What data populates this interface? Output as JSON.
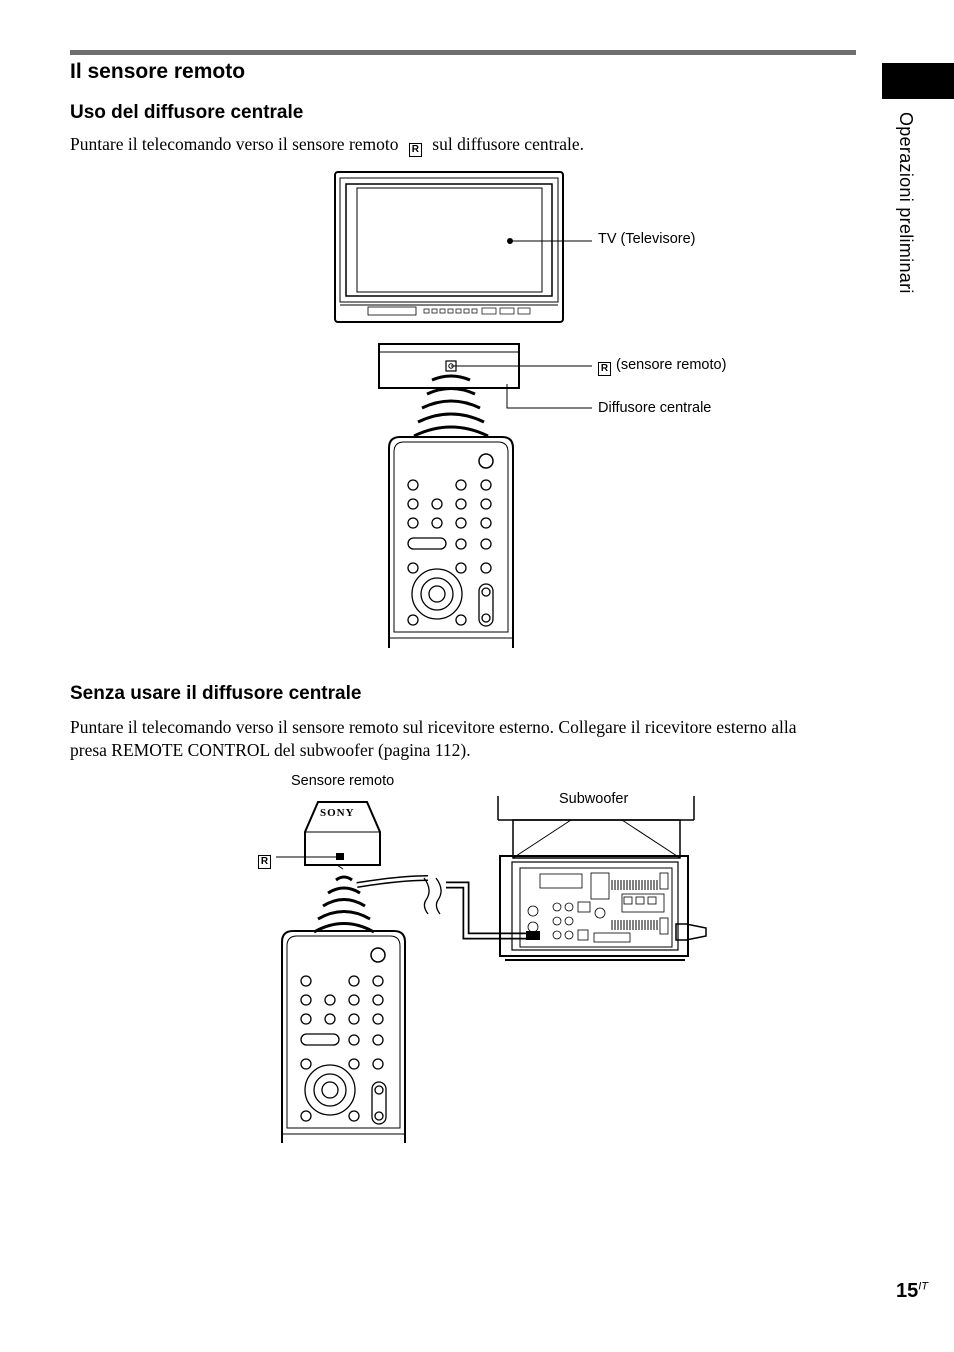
{
  "section": {
    "title": "Il sensore remoto"
  },
  "sub1": {
    "title": "Uso del diffusore centrale",
    "text_before_icon": "Puntare il telecomando verso il sensore remoto",
    "text_after_icon": "sul diffusore centrale."
  },
  "figure1": {
    "tv_label": "TV (Televisore)",
    "sensor_label": "(sensore remoto)",
    "speaker_label": "Diffusore centrale"
  },
  "sub2": {
    "title": "Senza usare il diffusore centrale",
    "text_line1": "Puntare il telecomando verso il sensore remoto sul ricevitore esterno. Collegare il ricevitore esterno alla",
    "text_line2": "presa REMOTE CONTROL del subwoofer (pagina 112)."
  },
  "figure2": {
    "sensor_label": "Sensore remoto",
    "brand": "SONY",
    "subwoofer_label": "Subwoofer"
  },
  "sidebar": {
    "label": "Operazioni preliminari"
  },
  "footer": {
    "page_number": "15",
    "page_suffix": "IT"
  },
  "ir_icon_glyph": "R"
}
